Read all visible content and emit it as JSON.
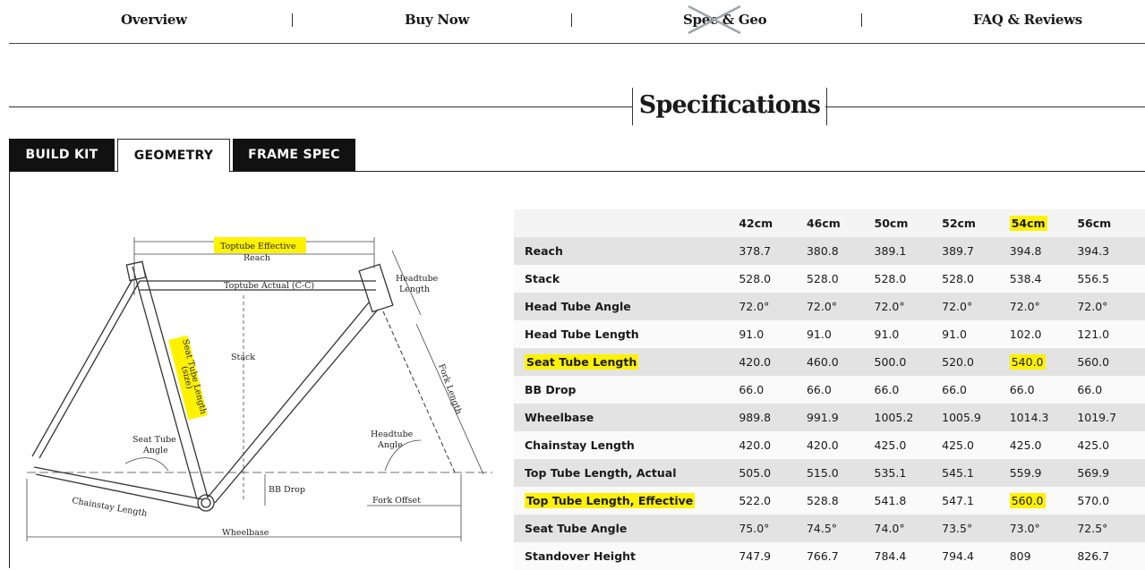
{
  "nav": {
    "items": [
      "Overview",
      "Buy Now",
      "Spec & Geo",
      "FAQ & Reviews"
    ]
  },
  "title": "Specifications",
  "tabs": [
    "BUILD KIT",
    "GEOMETRY",
    "FRAME SPEC"
  ],
  "active_tab": "GEOMETRY",
  "diagram": {
    "labels": {
      "toptube_effective": "Toptube Effective",
      "reach": "Reach",
      "toptube_actual": "Toptube Actual (C-C)",
      "headtube_length_1": "Headtube",
      "headtube_length_2": "Length",
      "stack": "Stack",
      "seat_tube_length": "Seat Tube Length",
      "seat_tube_size": "(size)",
      "fork_length": "Fork Length",
      "seat_tube_angle_1": "Seat Tube",
      "seat_tube_angle_2": "Angle",
      "headtube_angle_1": "Headtube",
      "headtube_angle_2": "Angle",
      "bb_drop": "BB Drop",
      "fork_offset": "Fork Offset",
      "chainstay_length": "Chainstay Length",
      "wheelbase": "Wheelbase"
    },
    "highlight_color": "#fff200"
  },
  "geometry": {
    "sizes": [
      "42cm",
      "46cm",
      "50cm",
      "52cm",
      "54cm",
      "56cm"
    ],
    "highlighted_size": "54cm",
    "rows": [
      {
        "label": "Reach",
        "values": [
          "378.7",
          "380.8",
          "389.1",
          "389.7",
          "394.8",
          "394.3"
        ]
      },
      {
        "label": "Stack",
        "values": [
          "528.0",
          "528.0",
          "528.0",
          "528.0",
          "538.4",
          "556.5"
        ]
      },
      {
        "label": "Head Tube Angle",
        "values": [
          "72.0°",
          "72.0°",
          "72.0°",
          "72.0°",
          "72.0°",
          "72.0°"
        ]
      },
      {
        "label": "Head Tube Length",
        "values": [
          "91.0",
          "91.0",
          "91.0",
          "91.0",
          "102.0",
          "121.0"
        ]
      },
      {
        "label": "Seat Tube Length",
        "values": [
          "420.0",
          "460.0",
          "500.0",
          "520.0",
          "540.0",
          "560.0"
        ]
      },
      {
        "label": "BB Drop",
        "values": [
          "66.0",
          "66.0",
          "66.0",
          "66.0",
          "66.0",
          "66.0"
        ]
      },
      {
        "label": "Wheelbase",
        "values": [
          "989.8",
          "991.9",
          "1005.2",
          "1005.9",
          "1014.3",
          "1019.7"
        ]
      },
      {
        "label": "Chainstay Length",
        "values": [
          "420.0",
          "420.0",
          "425.0",
          "425.0",
          "425.0",
          "425.0"
        ]
      },
      {
        "label": "Top Tube Length, Actual",
        "values": [
          "505.0",
          "515.0",
          "535.1",
          "545.1",
          "559.9",
          "569.9"
        ]
      },
      {
        "label": "Top Tube Length, Effective",
        "values": [
          "522.0",
          "528.8",
          "541.8",
          "547.1",
          "560.0",
          "570.0"
        ]
      },
      {
        "label": "Seat Tube Angle",
        "values": [
          "75.0°",
          "74.5°",
          "74.0°",
          "73.5°",
          "73.0°",
          "72.5°"
        ]
      },
      {
        "label": "Standover Height",
        "values": [
          "747.9",
          "766.7",
          "784.4",
          "794.4",
          "809",
          "826.7"
        ]
      }
    ],
    "highlighted_rows": [
      "Seat Tube Length",
      "Top Tube Length, Effective"
    ]
  }
}
